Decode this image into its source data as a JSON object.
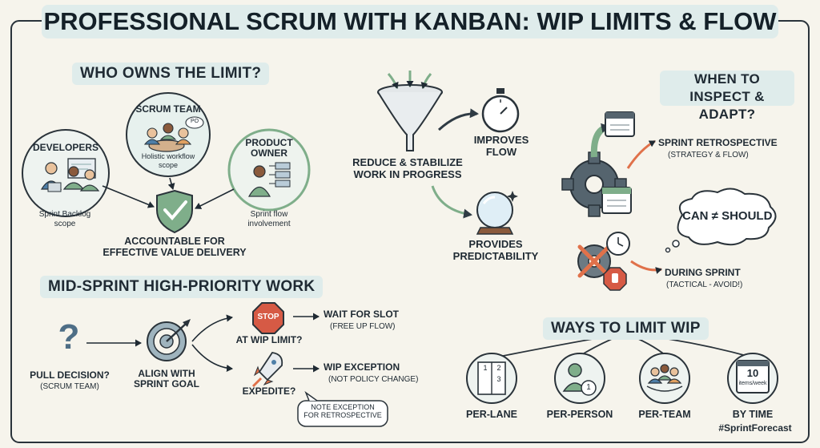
{
  "title": "PROFESSIONAL SCRUM WITH KANBAN: WIP LIMITS & FLOW",
  "owners": {
    "heading": "WHO OWNS THE LIMIT?",
    "developers": {
      "label": "DEVELOPERS",
      "sub": "Sprint Backlog\nscope"
    },
    "scrum_team": {
      "label": "SCRUM TEAM",
      "sub": "Holistic workflow\nscope",
      "badge": "PO"
    },
    "product_owner": {
      "label": "PRODUCT\nOWNER",
      "sub": "Sprint flow\ninvolvement"
    },
    "accountable": "ACCOUNTABLE FOR\nEFFECTIVE VALUE DELIVERY"
  },
  "flow": {
    "reduce": "REDUCE & STABILIZE\nWORK IN PROGRESS",
    "improves": "IMPROVES\nFLOW",
    "provides": "PROVIDES\nPREDICTABILITY"
  },
  "inspect": {
    "heading": "WHEN TO\nINSPECT & ADAPT?",
    "retro": "SPRINT RETROSPECTIVE",
    "retro_sub": "(STRATEGY & FLOW)",
    "can_should": "CAN ≠ SHOULD",
    "during": "DURING SPRINT",
    "during_sub": "(TACTICAL - AVOID!)"
  },
  "midsprint": {
    "heading": "MID-SPRINT HIGH-PRIORITY WORK",
    "pull": "PULL DECISION?",
    "pull_sub": "(SCRUM TEAM)",
    "align": "ALIGN WITH\nSPRINT GOAL",
    "stop": "STOP",
    "at_wip": "AT WIP LIMIT?",
    "wait": "WAIT FOR SLOT",
    "wait_sub": "(FREE UP FLOW)",
    "expedite": "EXPEDITE?",
    "exception": "WIP EXCEPTION",
    "exception_sub": "(NOT POLICY CHANGE)",
    "note": "NOTE EXCEPTION\nFOR RETROSPECTIVE"
  },
  "ways": {
    "heading": "WAYS TO LIMIT WIP",
    "items": [
      {
        "label": "PER-LANE",
        "icon": "lane-icon"
      },
      {
        "label": "PER-PERSON",
        "icon": "person-icon"
      },
      {
        "label": "PER-TEAM",
        "icon": "team-icon"
      },
      {
        "label": "BY TIME",
        "icon": "calendar-icon"
      }
    ],
    "lane_nums": [
      "1",
      "2",
      "3"
    ],
    "person_num": "1",
    "time_num": "10",
    "time_unit": "items/week"
  },
  "hashtag": "#SprintForecast",
  "colors": {
    "teal": "#cfe3e0",
    "green": "#7fae8a",
    "orange": "#e0714a",
    "ink": "#1f2a33",
    "bg": "#f6f4ec"
  }
}
